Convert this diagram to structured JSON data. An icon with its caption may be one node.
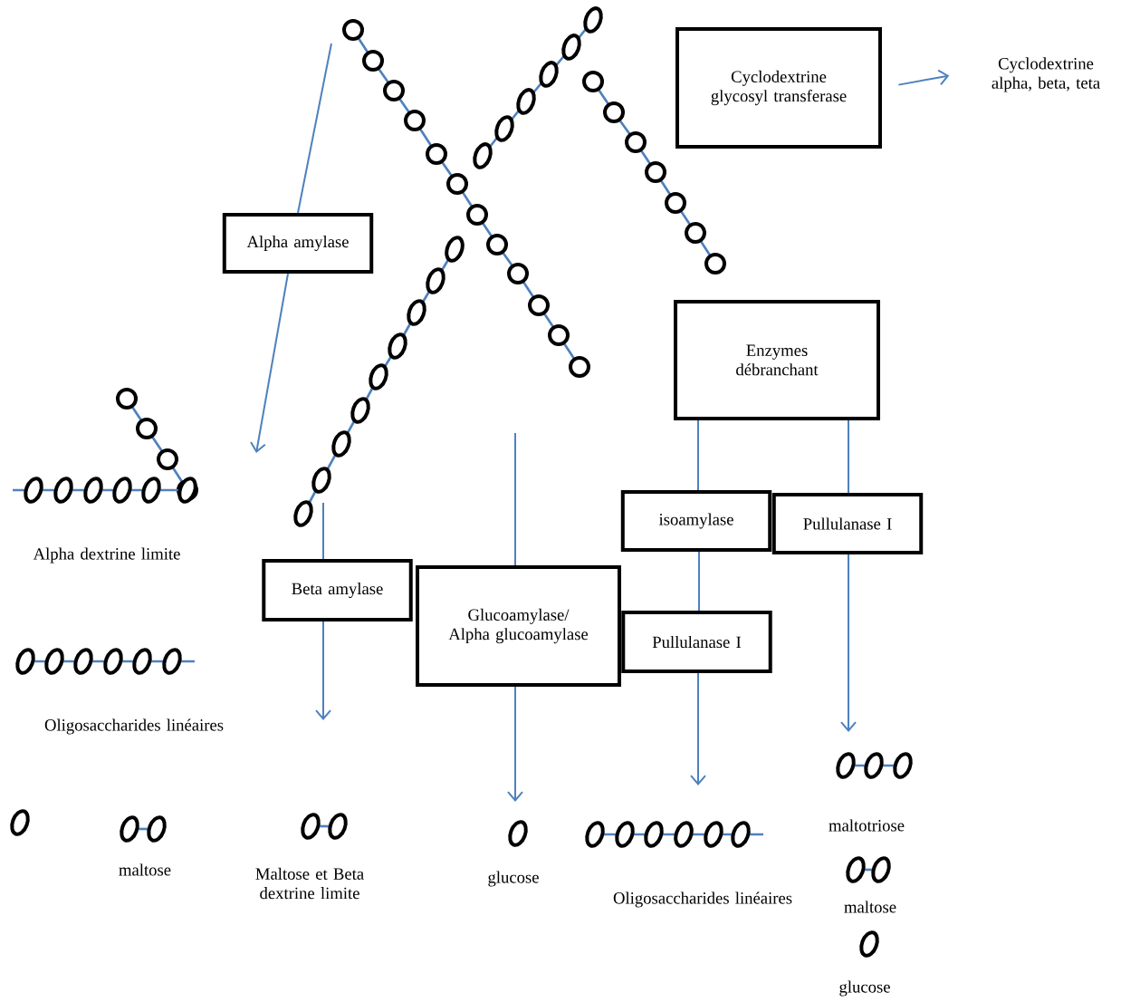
{
  "diagram": {
    "nodes": [
      {
        "text": [
          "Cyclodextrine glycosyl transferase"
        ]
      },
      {
        "text": [
          "Cyclodextrine alpha, beta, teta"
        ]
      },
      {
        "text": [
          "Alpha amylase"
        ]
      },
      {
        "text": [
          "Enzymes débranchant"
        ]
      },
      {
        "text": [
          "isoamylase"
        ]
      },
      {
        "text": [
          "Pullulanase I"
        ]
      },
      {
        "text": [
          "Beta amylase"
        ]
      },
      {
        "text": [
          "Glucoamylase/ Alpha glucoamylase"
        ]
      },
      {
        "text": [
          "Pullulanase I"
        ]
      }
    ],
    "edges": [
      {
        "from": 0,
        "to": 1,
        "arrow": "to"
      },
      {
        "from": null,
        "to": 2,
        "arrow": "none"
      },
      {
        "from": 2,
        "to": null,
        "arrow": "to"
      },
      {
        "from": 3,
        "to": 4,
        "arrow": "none"
      },
      {
        "from": 3,
        "to": 5,
        "arrow": "none"
      },
      {
        "from": null,
        "to": 6,
        "arrow": "none"
      },
      {
        "from": 6,
        "to": null,
        "arrow": "to"
      },
      {
        "from": null,
        "to": 7,
        "arrow": "none"
      },
      {
        "from": 7,
        "to": null,
        "arrow": "to"
      },
      {
        "from": 4,
        "to": 8,
        "arrow": "none"
      },
      {
        "from": 8,
        "to": null,
        "arrow": "to"
      },
      {
        "from": 5,
        "to": null,
        "arrow": "to"
      }
    ],
    "labels": [
      "Alpha dextrine limite",
      "Oligosaccharides linéaires",
      "maltose",
      "Maltose et Beta dextrine limite",
      "glucose",
      "Oligosaccharides linéaires",
      "maltotriose",
      "maltose",
      "glucose"
    ]
  }
}
